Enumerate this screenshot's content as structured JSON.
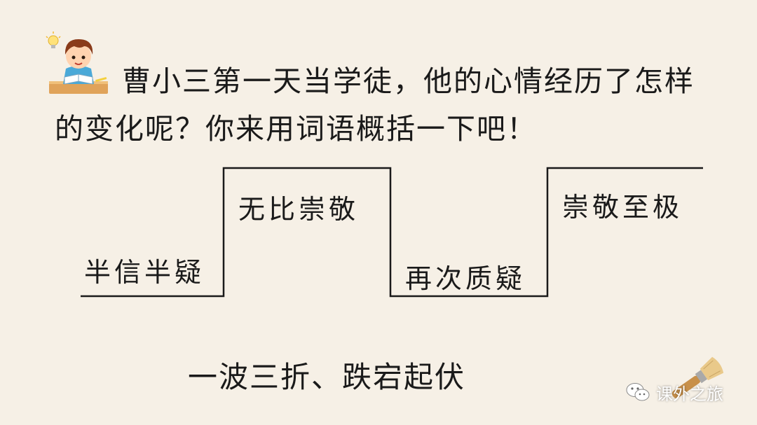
{
  "question": {
    "text": "曹小三第一天当学徒，他的心情经历了怎样的变化呢？你来用词语概括一下吧！"
  },
  "steps": [
    {
      "label": "半信半疑"
    },
    {
      "label": "无比崇敬"
    },
    {
      "label": "再次质疑"
    },
    {
      "label": "崇敬至极"
    }
  ],
  "summary": {
    "text": "一波三折、跌宕起伏"
  },
  "watermark": {
    "text": "课外之旅"
  },
  "colors": {
    "background": "#f6f0e6",
    "text": "#1a1a1a"
  },
  "icons": {
    "mascot": "boy-reading-icon",
    "brush": "paint-brush-icon",
    "watermark": "wechat-icon"
  }
}
